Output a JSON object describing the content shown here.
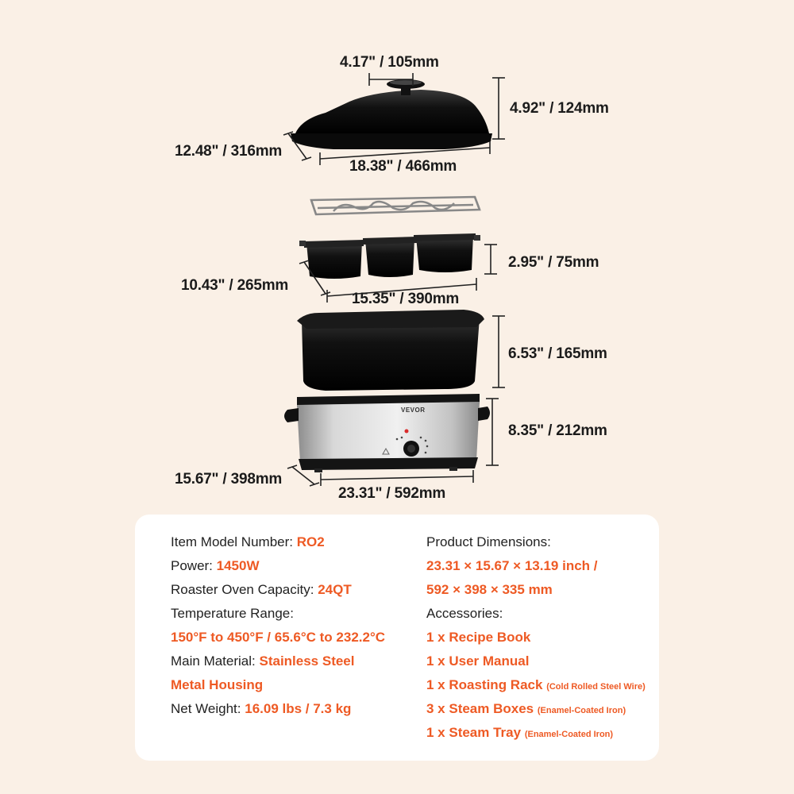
{
  "dimensions": {
    "lid_knob": "4.17\" / 105mm",
    "lid_height": "4.92\" / 124mm",
    "lid_depth": "12.48\" / 316mm",
    "lid_width": "18.38\" / 466mm",
    "steam_box_height": "2.95\" / 75mm",
    "steam_box_depth": "10.43\" / 265mm",
    "steam_box_width": "15.35\" / 390mm",
    "pan_height": "6.53\" / 165mm",
    "base_height": "8.35\" / 212mm",
    "base_depth": "15.67\" / 398mm",
    "base_width": "23.31\" / 592mm"
  },
  "brand": "VEVOR",
  "specs": {
    "model_label": "Item Model Number: ",
    "model_value": "RO2",
    "power_label": "Power: ",
    "power_value": "1450W",
    "capacity_label": "Roaster Oven Capacity: ",
    "capacity_value": "24QT",
    "temp_label": "Temperature Range:",
    "temp_value": "150°F to 450°F / 65.6°C to 232.2°C",
    "material_label": "Main Material: ",
    "material_value_1": "Stainless Steel",
    "material_value_2": "Metal Housing",
    "weight_label": "Net Weight: ",
    "weight_value": "16.09 lbs / 7.3 kg",
    "dims_label": "Product Dimensions:",
    "dims_value_1": "23.31 × 15.67 × 13.19 inch /",
    "dims_value_2": "592 × 398 × 335 mm",
    "accessories_label": "Accessories:",
    "accessories": [
      {
        "name": "1 x Recipe Book",
        "note": ""
      },
      {
        "name": "1 x User Manual",
        "note": ""
      },
      {
        "name": "1 x Roasting Rack",
        "note": "(Cold Rolled Steel Wire)"
      },
      {
        "name": "3 x Steam Boxes",
        "note": "(Enamel-Coated Iron)"
      },
      {
        "name": "1 x Steam Tray",
        "note": "(Enamel-Coated Iron)"
      }
    ]
  },
  "colors": {
    "background": "#faf0e6",
    "accent": "#ee5a24",
    "card": "#ffffff",
    "product_black": "#111111",
    "steel": "#b8b8b8"
  }
}
